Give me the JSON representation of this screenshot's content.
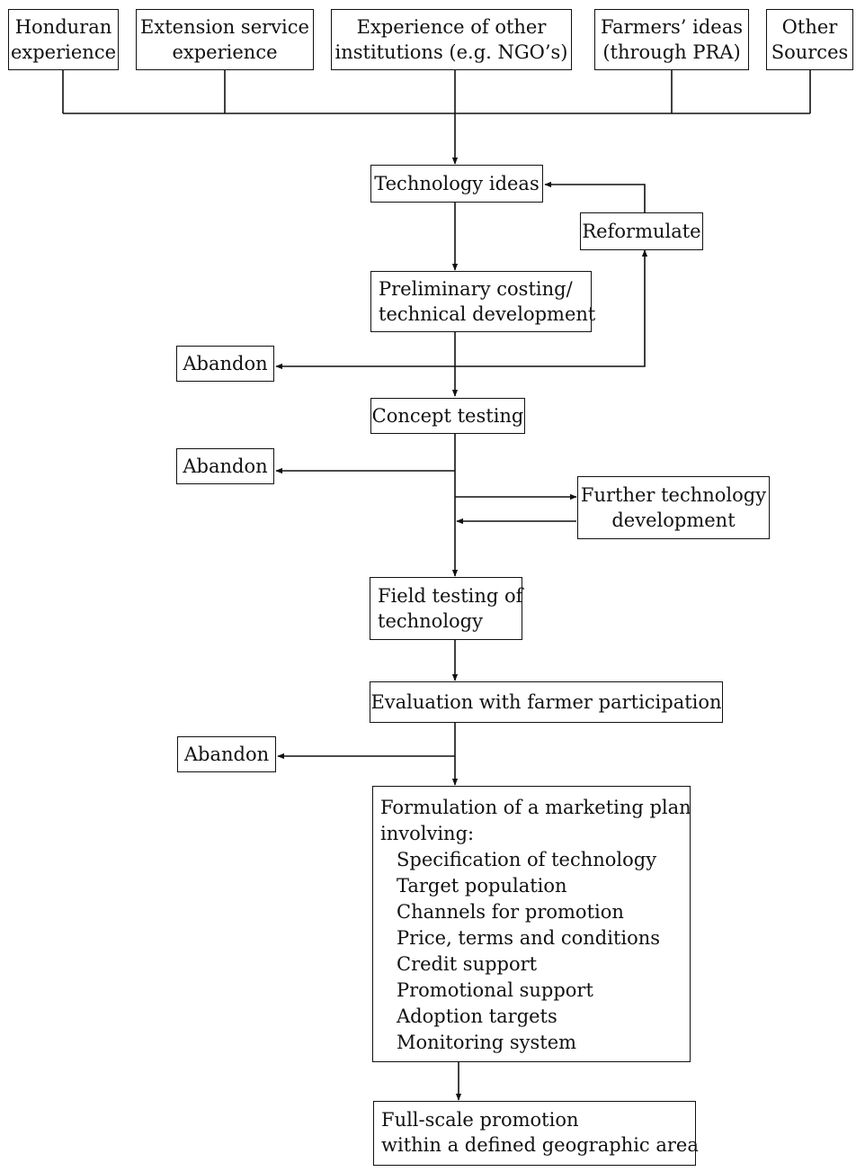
{
  "sources": {
    "honduran": [
      "Honduran",
      "experience"
    ],
    "extension": [
      "Extension service",
      "experience"
    ],
    "other_institutions": [
      "Experience of other",
      "institutions (e.g. NGO’s)"
    ],
    "farmers": [
      "Farmers’ ideas",
      "(through PRA)"
    ],
    "other": [
      "Other",
      "Sources"
    ]
  },
  "nodes": {
    "technology_ideas": "Technology ideas",
    "reformulate": "Reformulate",
    "preliminary": [
      "Preliminary costing/",
      "technical development"
    ],
    "abandon_1": "Abandon",
    "concept_testing": "Concept testing",
    "abandon_2": "Abandon",
    "further_development": [
      "Further technology",
      "development"
    ],
    "field_testing": [
      "Field testing of",
      "technology"
    ],
    "evaluation": "Evaluation with farmer participation",
    "abandon_3": "Abandon",
    "marketing_plan": {
      "heading": [
        "Formulation of a marketing plan",
        "involving:"
      ],
      "items": [
        "Specification of technology",
        "Target population",
        "Channels for promotion",
        "Price, terms and conditions",
        "Credit support",
        "Promotional support",
        "Adoption targets",
        "Monitoring system"
      ]
    },
    "full_scale": [
      "Full-scale promotion",
      "within a defined geographic area"
    ]
  }
}
